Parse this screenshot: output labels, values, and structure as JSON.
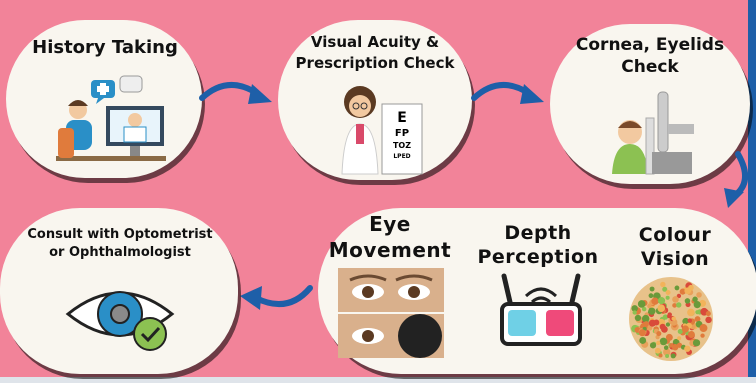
{
  "steps": [
    {
      "id": "history",
      "title": "History Taking"
    },
    {
      "id": "acuity",
      "title_line1": "Visual Acuity &",
      "title_line2": "Prescription Check"
    },
    {
      "id": "cornea",
      "title_line1": "Cornea, Eyelids",
      "title_line2": "Check"
    },
    {
      "id": "consult",
      "title_line1": "Consult with Optometrist",
      "title_line2": "or Ophthalmologist"
    }
  ],
  "tests": [
    {
      "id": "eye-movement",
      "line1": "Eye",
      "line2": "Movement"
    },
    {
      "id": "depth",
      "line1": "Depth",
      "line2": "Perception"
    },
    {
      "id": "colour",
      "line1": "Colour",
      "line2": "Vision"
    }
  ],
  "eye_chart": {
    "row1": "E",
    "row2": "FP",
    "row3": "TOZ",
    "row4": "LPED"
  },
  "colors": {
    "background": "#f28399",
    "card": "#f9f6ef",
    "arrow": "#1e5fa8",
    "accent": "#2a8fc7"
  },
  "icons": [
    "telehealth-doctor-icon",
    "optometrist-eye-chart-icon",
    "slit-lamp-icon",
    "eye-check-icon",
    "3d-glasses-icon",
    "ishihara-plate-icon"
  ]
}
